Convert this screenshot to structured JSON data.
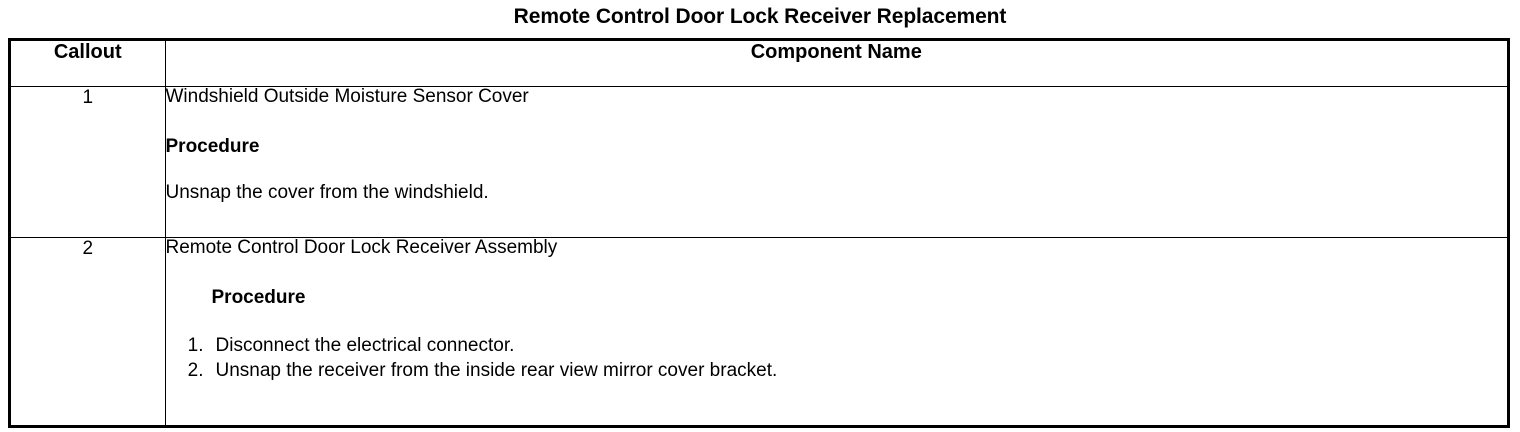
{
  "document": {
    "title": "Remote Control Door Lock Receiver Replacement"
  },
  "table": {
    "headers": {
      "callout": "Callout",
      "component_name": "Component Name"
    },
    "rows": [
      {
        "callout": "1",
        "component_name": "Windshield Outside Moisture Sensor Cover",
        "procedure_heading": "Procedure",
        "procedure_text": "Unsnap the cover from the windshield.",
        "steps": []
      },
      {
        "callout": "2",
        "component_name": "Remote Control Door Lock Receiver Assembly",
        "procedure_heading": "Procedure",
        "procedure_text": "",
        "steps": [
          {
            "num": "1.",
            "text": "Disconnect the electrical connector."
          },
          {
            "num": "2.",
            "text": "Unsnap the receiver from the inside rear view mirror cover bracket."
          }
        ]
      }
    ]
  }
}
